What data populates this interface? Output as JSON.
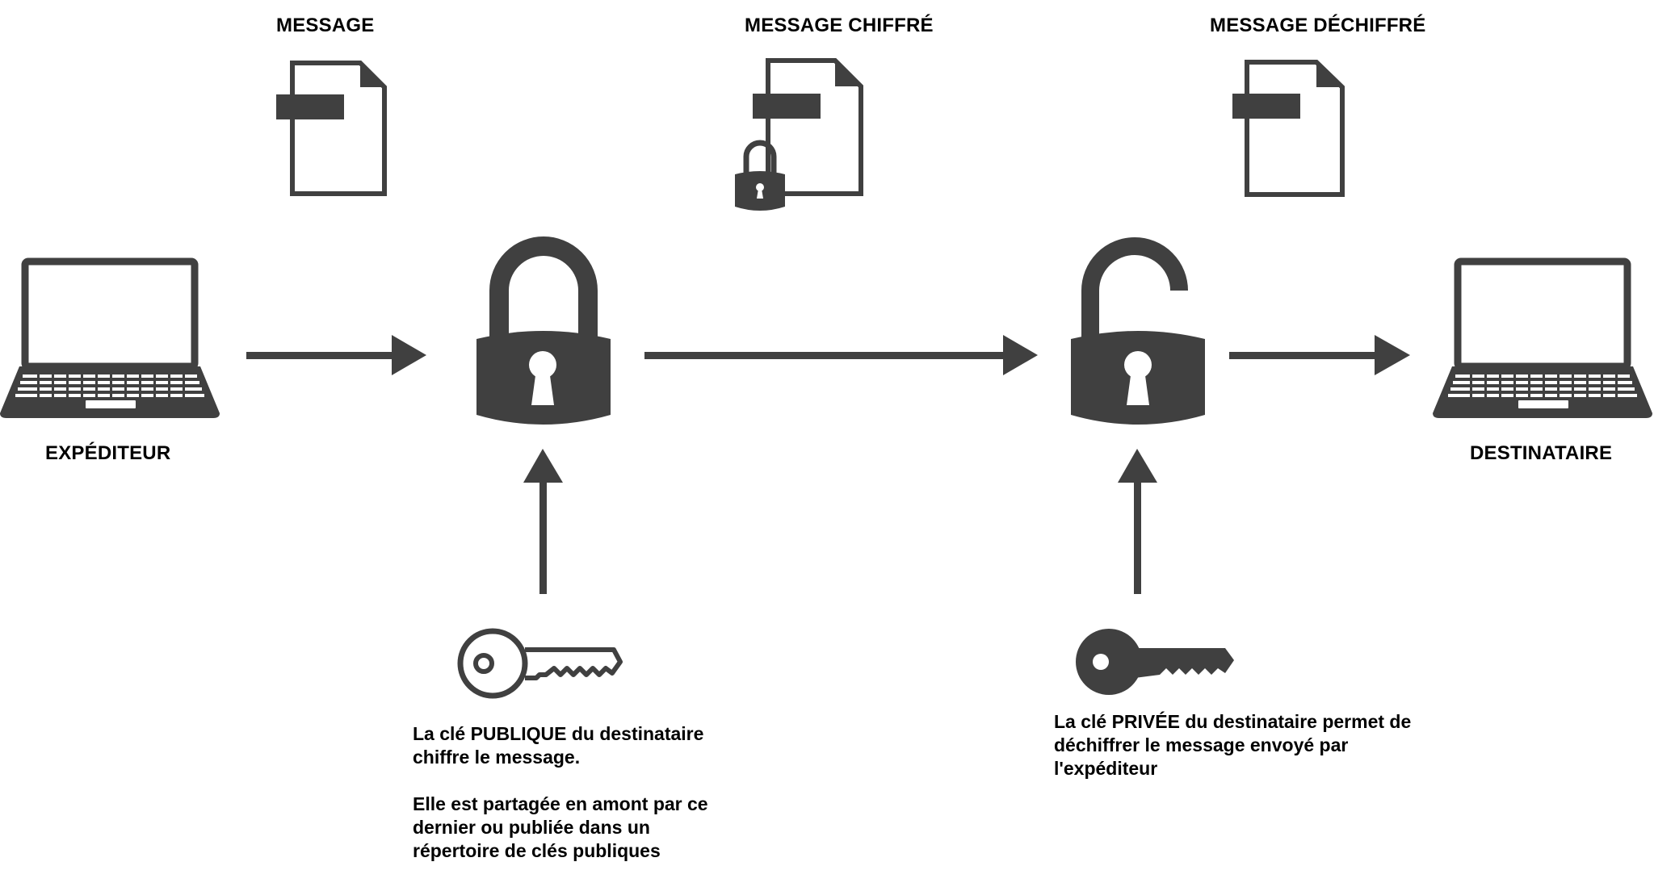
{
  "diagram": {
    "labels": {
      "message": "MESSAGE",
      "encrypted_message": "MESSAGE CHIFFRÉ",
      "decrypted_message": "MESSAGE DÉCHIFFRÉ",
      "sender": "EXPÉDITEUR",
      "recipient": "DESTINATAIRE"
    },
    "public_key_text": {
      "line1": "La clé PUBLIQUE du destinataire\nchiffre le message.",
      "line2": "Elle est partagée en amont par ce\ndernier ou publiée dans un\nrépertoire de clés publiques"
    },
    "private_key_text": "La clé PRIVÉE du destinataire permet de\ndéchiffrer le message envoyé par\nl'expéditeur",
    "icons": {
      "sender": "laptop-icon",
      "recipient": "laptop-icon",
      "message": "document-icon",
      "encrypted_message": "locked-document-icon",
      "decrypted_message": "document-icon",
      "encrypt": "closed-padlock-icon",
      "decrypt": "open-padlock-icon",
      "public_key": "outline-key-icon",
      "private_key": "solid-key-icon"
    },
    "colors": {
      "icon": "#404040",
      "text": "#000000",
      "background": "#ffffff"
    }
  }
}
